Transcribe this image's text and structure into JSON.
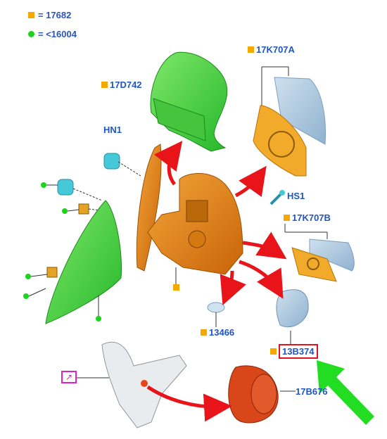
{
  "legend": {
    "square_label": "= 17682",
    "circle_label": "= <16004"
  },
  "parts": {
    "p17D742": "17D742",
    "p17K707A": "17K707A",
    "pHN1": "HN1",
    "pHS1": "HS1",
    "p17K707B": "17K707B",
    "p13466": "13466",
    "p13B374": "13B374",
    "p17B676": "17B676"
  },
  "colors": {
    "label_text": "#1f56c4",
    "square_marker": "#f5a800",
    "circle_marker": "#1ed31e",
    "highlight_box": "#e0141e",
    "arrow_red": "#e8141a",
    "arrow_green": "#22dd22",
    "cap_green": "#3fcf3f",
    "housing_orange": "#e9840d",
    "glass_blue": "#a8c4dc",
    "motor_red": "#d8461a"
  },
  "icons": {
    "edit": "pencil-arrow-icon"
  }
}
